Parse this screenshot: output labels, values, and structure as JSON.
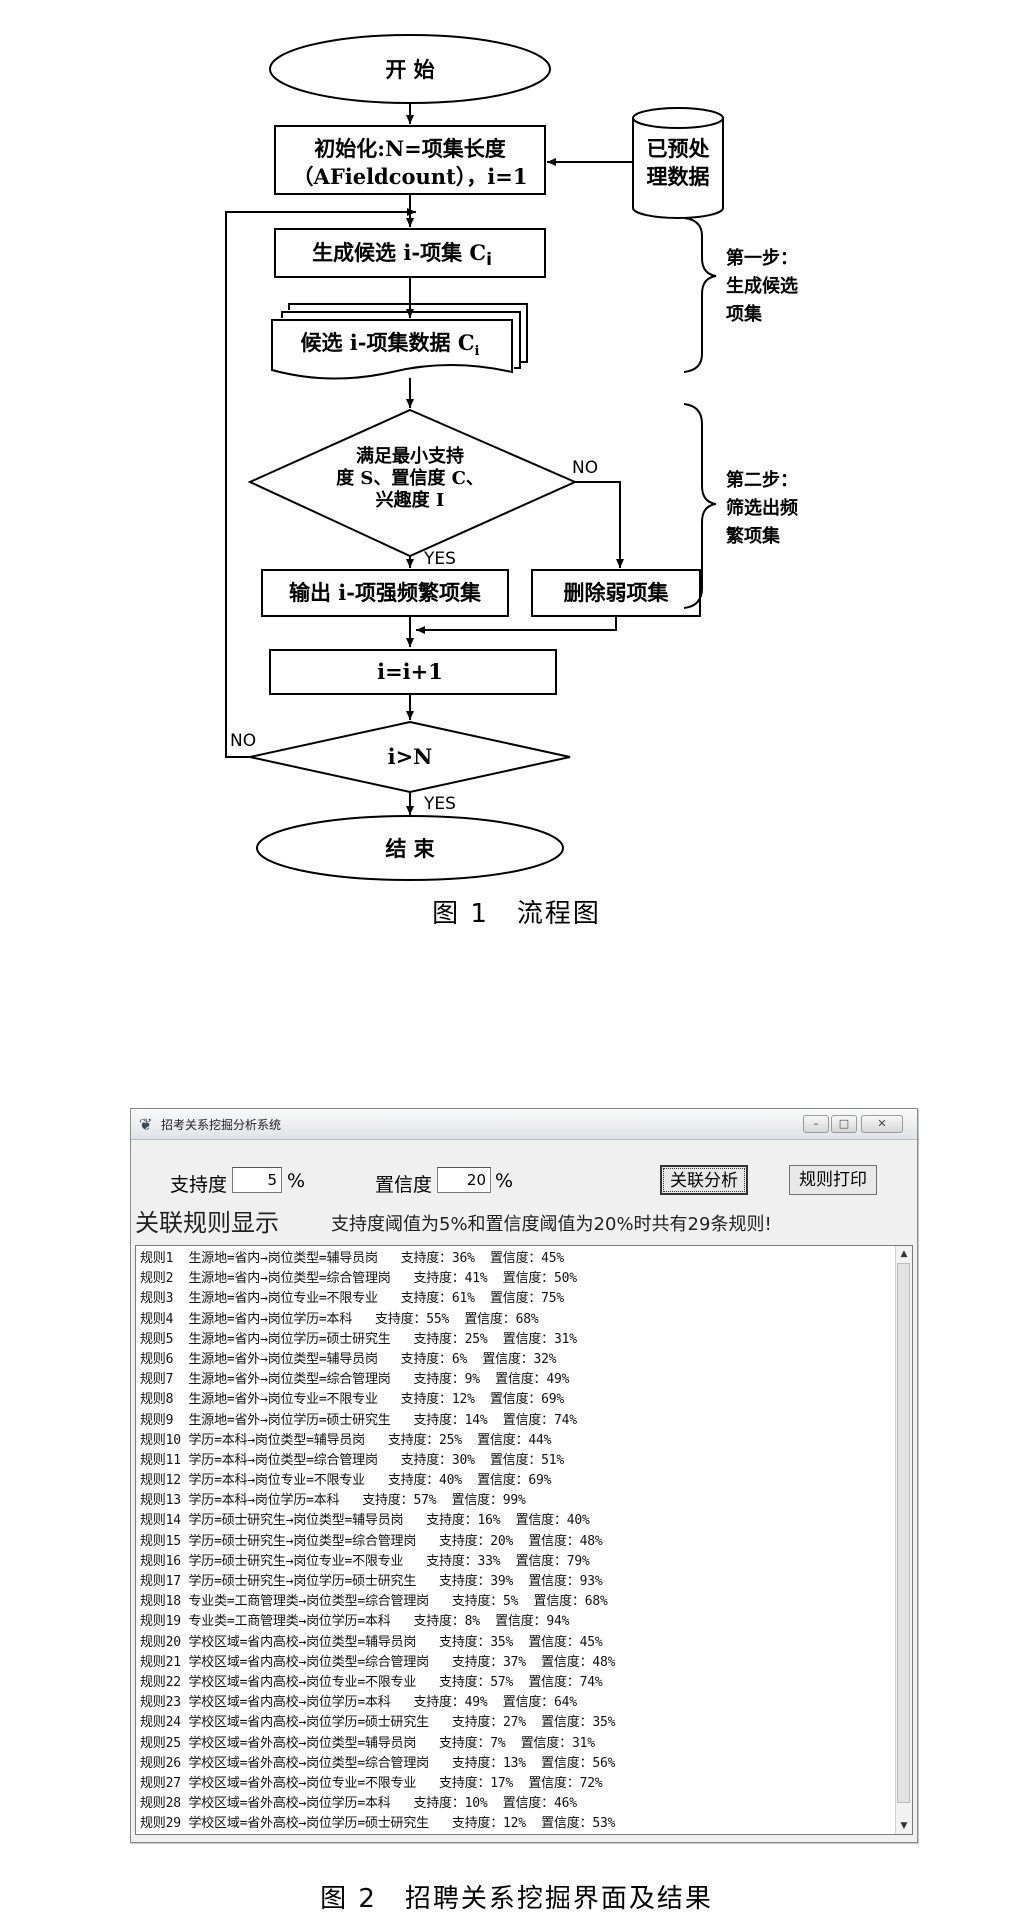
{
  "flowchart": {
    "start": "开 始",
    "init_line1": "初始化:N=项集长度",
    "init_line2": "（AFieldcount），i=1",
    "preprocessed_line1": "已预处",
    "preprocessed_line2": "理数据",
    "generate_prefix": "生成候选 i-项集 C",
    "generate_sub": "i",
    "candidate_prefix": "候选 i-项集数据 C",
    "candidate_sub": "i",
    "condition_line1": "满足最小支持",
    "condition_line2": "度 S、置信度 C、",
    "condition_line3": "兴趣度 I",
    "no_label": "NO",
    "yes_label": "YES",
    "output": "输出 i-项强频繁项集",
    "delete": "删除弱项集",
    "increment": "i=i+1",
    "loop_condition": "i>N",
    "loop_no_label": "NO",
    "loop_yes_label": "YES",
    "end": "结 束",
    "step1_line1": "第一步：",
    "step1_line2": "生成候选",
    "step1_line3": "项集",
    "step2_line1": "第二步：",
    "step2_line2": "筛选出频",
    "step2_line3": "繁项集"
  },
  "captions": {
    "figure1": "图 1　流程图",
    "figure2": "图 2　招聘关系挖掘界面及结果"
  },
  "window": {
    "title": "招考关系挖掘分析系统",
    "icon": "app-logo-icon",
    "controls": {
      "minimize": "–",
      "maximize": "□",
      "close": "✕"
    },
    "support_label": "支持度",
    "support_value": "5",
    "support_unit": "%",
    "confidence_label": "置信度",
    "confidence_value": "20",
    "confidence_unit": "%",
    "analyze_button": "关联分析",
    "print_button": "规则打印",
    "section_title": "关联规则显示",
    "summary": "支持度阈值为5%和置信度阈值为20%时共有29条规则!",
    "rules": [
      "规则1  生源地=省内→岗位类型=辅导员岗   支持度：36%  置信度：45%",
      "规则2  生源地=省内→岗位类型=综合管理岗   支持度：41%  置信度：50%",
      "规则3  生源地=省内→岗位专业=不限专业   支持度：61%  置信度：75%",
      "规则4  生源地=省内→岗位学历=本科   支持度：55%  置信度：68%",
      "规则5  生源地=省内→岗位学历=硕士研究生   支持度：25%  置信度：31%",
      "规则6  生源地=省外→岗位类型=辅导员岗   支持度：6%  置信度：32%",
      "规则7  生源地=省外→岗位类型=综合管理岗   支持度：9%  置信度：49%",
      "规则8  生源地=省外→岗位专业=不限专业   支持度：12%  置信度：69%",
      "规则9  生源地=省外→岗位学历=硕士研究生   支持度：14%  置信度：74%",
      "规则10 学历=本科→岗位类型=辅导员岗   支持度：25%  置信度：44%",
      "规则11 学历=本科→岗位类型=综合管理岗   支持度：30%  置信度：51%",
      "规则12 学历=本科→岗位专业=不限专业   支持度：40%  置信度：69%",
      "规则13 学历=本科→岗位学历=本科   支持度：57%  置信度：99%",
      "规则14 学历=硕士研究生→岗位类型=辅导员岗   支持度：16%  置信度：40%",
      "规则15 学历=硕士研究生→岗位类型=综合管理岗   支持度：20%  置信度：48%",
      "规则16 学历=硕士研究生→岗位专业=不限专业   支持度：33%  置信度：79%",
      "规则17 学历=硕士研究生→岗位学历=硕士研究生   支持度：39%  置信度：93%",
      "规则18 专业类=工商管理类→岗位类型=综合管理岗   支持度：5%  置信度：68%",
      "规则19 专业类=工商管理类→岗位学历=本科   支持度：8%  置信度：94%",
      "规则20 学校区域=省内高校→岗位类型=辅导员岗   支持度：35%  置信度：45%",
      "规则21 学校区域=省内高校→岗位类型=综合管理岗   支持度：37%  置信度：48%",
      "规则22 学校区域=省内高校→岗位专业=不限专业   支持度：57%  置信度：74%",
      "规则23 学校区域=省内高校→岗位学历=本科   支持度：49%  置信度：64%",
      "规则24 学校区域=省内高校→岗位学历=硕士研究生   支持度：27%  置信度：35%",
      "规则25 学校区域=省外高校→岗位类型=辅导员岗   支持度：7%  置信度：31%",
      "规则26 学校区域=省外高校→岗位类型=综合管理岗   支持度：13%  置信度：56%",
      "规则27 学校区域=省外高校→岗位专业=不限专业   支持度：17%  置信度：72%",
      "规则28 学校区域=省外高校→岗位学历=本科   支持度：10%  置信度：46%",
      "规则29 学校区域=省外高校→岗位学历=硕士研究生   支持度：12%  置信度：53%"
    ]
  }
}
